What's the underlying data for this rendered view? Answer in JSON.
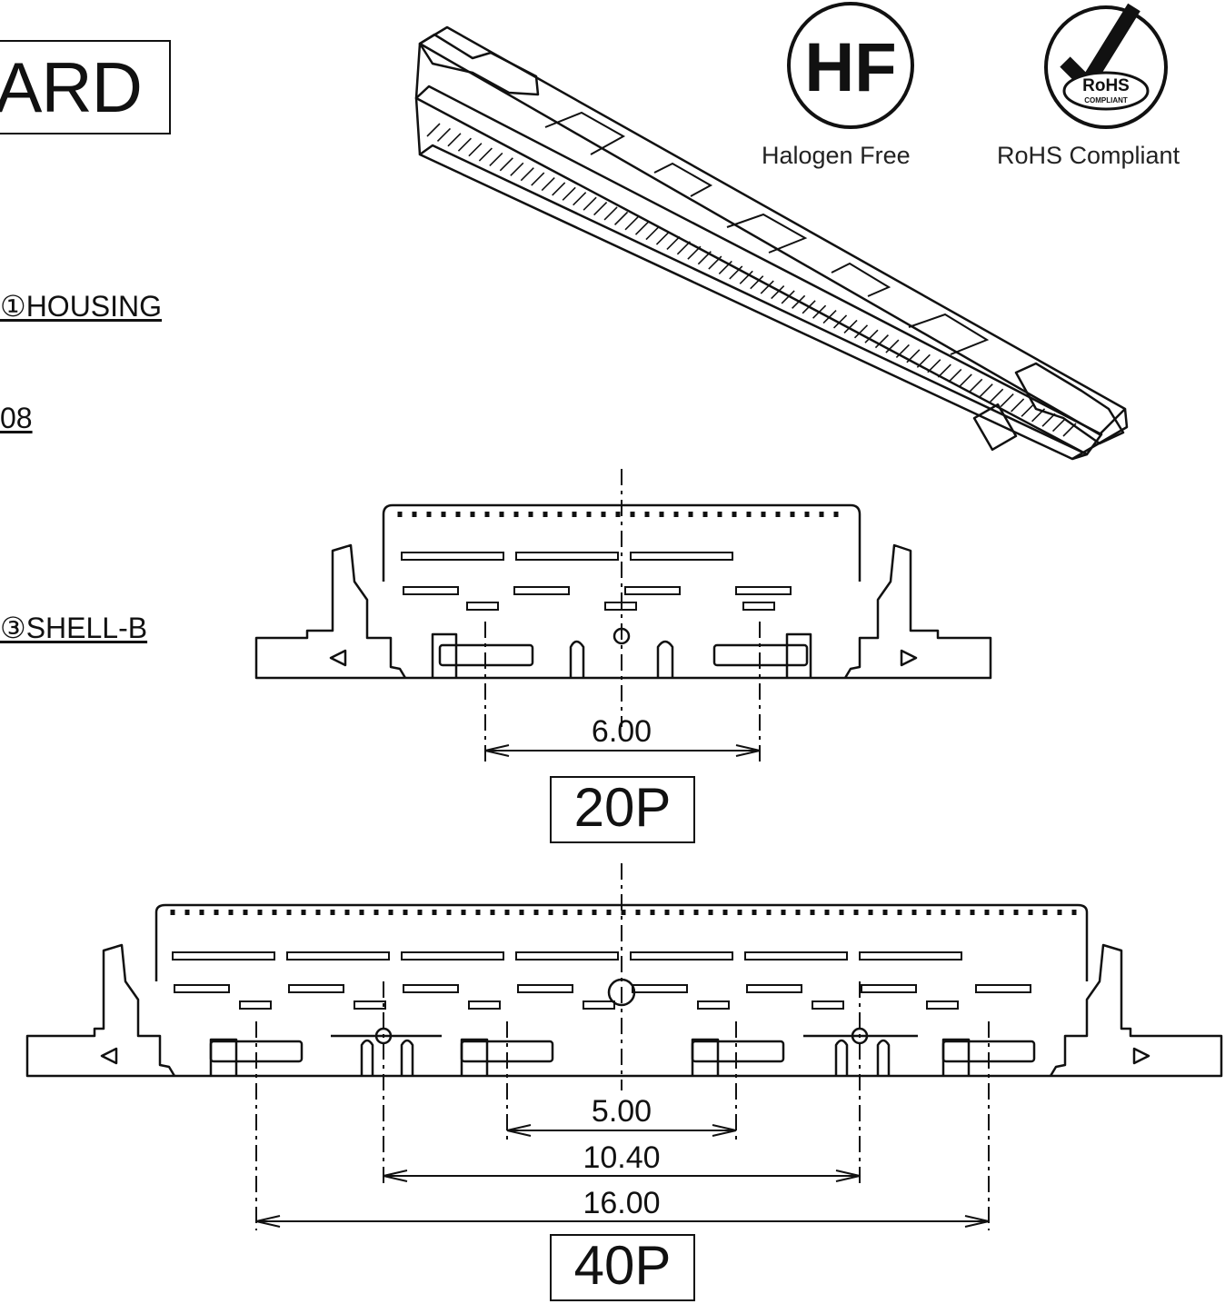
{
  "title_fragment": "ARD",
  "part_labels": {
    "housing": "①HOUSING",
    "number_fragment": "08",
    "shell_b": "③SHELL-B"
  },
  "badges": {
    "halogen_free": {
      "mark": "HF",
      "caption": "Halogen Free"
    },
    "rohs": {
      "mark": "RoHS",
      "subtext": "COMPLIANT",
      "caption": "RoHS Compliant"
    }
  },
  "connector_20p": {
    "label": "20P",
    "dims": [
      "6.00"
    ]
  },
  "connector_40p": {
    "label": "40P",
    "dims": [
      "5.00",
      "10.40",
      "16.00"
    ]
  },
  "colors": {
    "line": "#111111",
    "background": "#ffffff"
  }
}
